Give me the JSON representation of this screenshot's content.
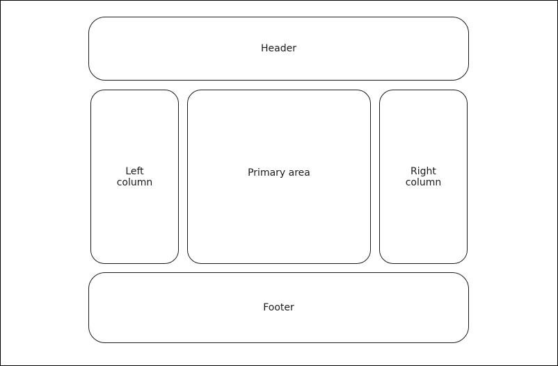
{
  "diagram": {
    "header": {
      "label": "Header"
    },
    "left_column": {
      "lines": [
        "Left",
        "column"
      ]
    },
    "primary_area": {
      "label": "Primary area"
    },
    "right_column": {
      "lines": [
        "Right",
        "column"
      ]
    },
    "footer": {
      "label": "Footer"
    }
  },
  "colors": {
    "stroke": "#1a1a1a",
    "background": "#ffffff",
    "text": "#1a1a1a"
  }
}
